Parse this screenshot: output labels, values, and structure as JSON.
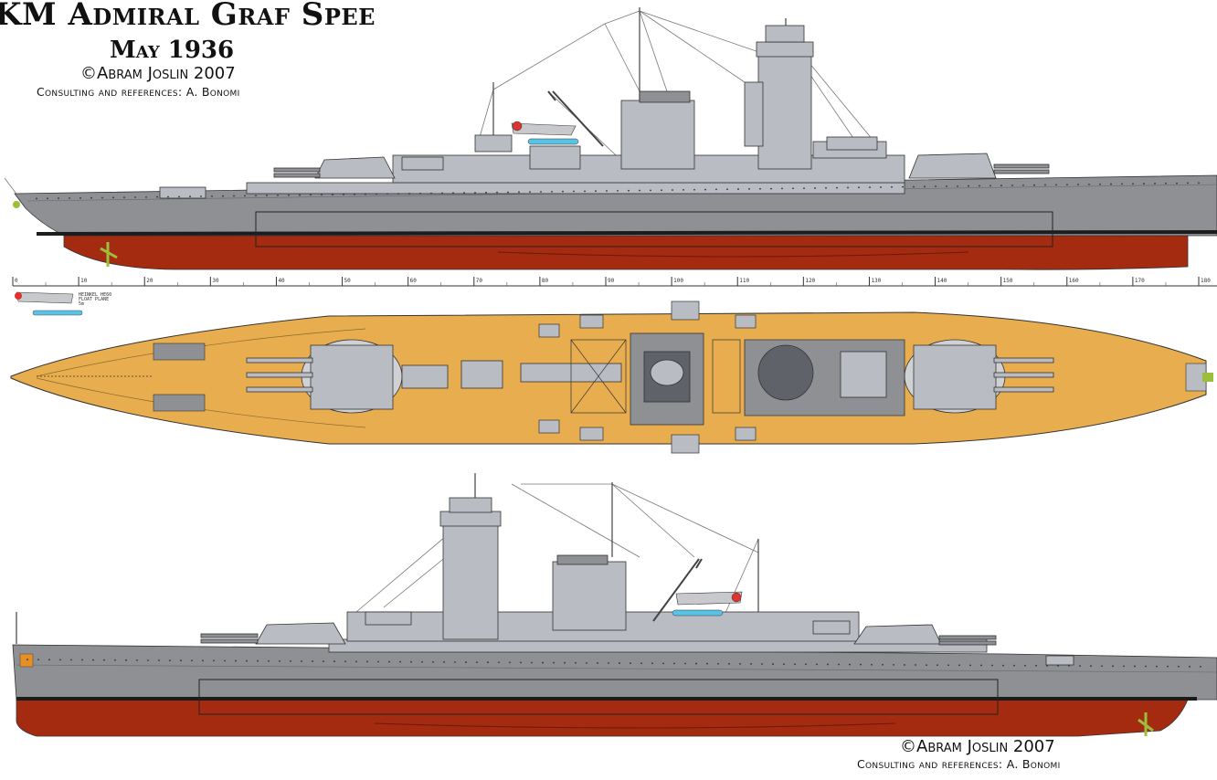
{
  "title": {
    "ship_name": "KM Admiral Graf Spee",
    "date": "May 1936",
    "copyright": "©Abram Joslin 2007",
    "consulting": "Consulting and references: A. Bonomi"
  },
  "footer": {
    "copyright": "©Abram Joslin 2007",
    "consulting": "Consulting and references: A. Bonomi"
  },
  "scale": {
    "ticks": [
      "0",
      "10",
      "20",
      "30",
      "40",
      "50",
      "60",
      "70",
      "80",
      "90",
      "100",
      "110",
      "120",
      "130",
      "140",
      "150",
      "160",
      "170",
      "180"
    ]
  },
  "plane_label": {
    "line1": "HEINKEL HE60",
    "line2": "FLOAT PLANE",
    "line3": "5m"
  },
  "colors": {
    "hull_gray": "#8e9094",
    "superstructure_gray": "#b9bcc2",
    "boot_topping": "#1c1c1c",
    "antifouling_red": "#a52b10",
    "deck_tan": "#e8ad4e",
    "dark_gray": "#5f6268",
    "float_blue": "#59c3e6"
  }
}
